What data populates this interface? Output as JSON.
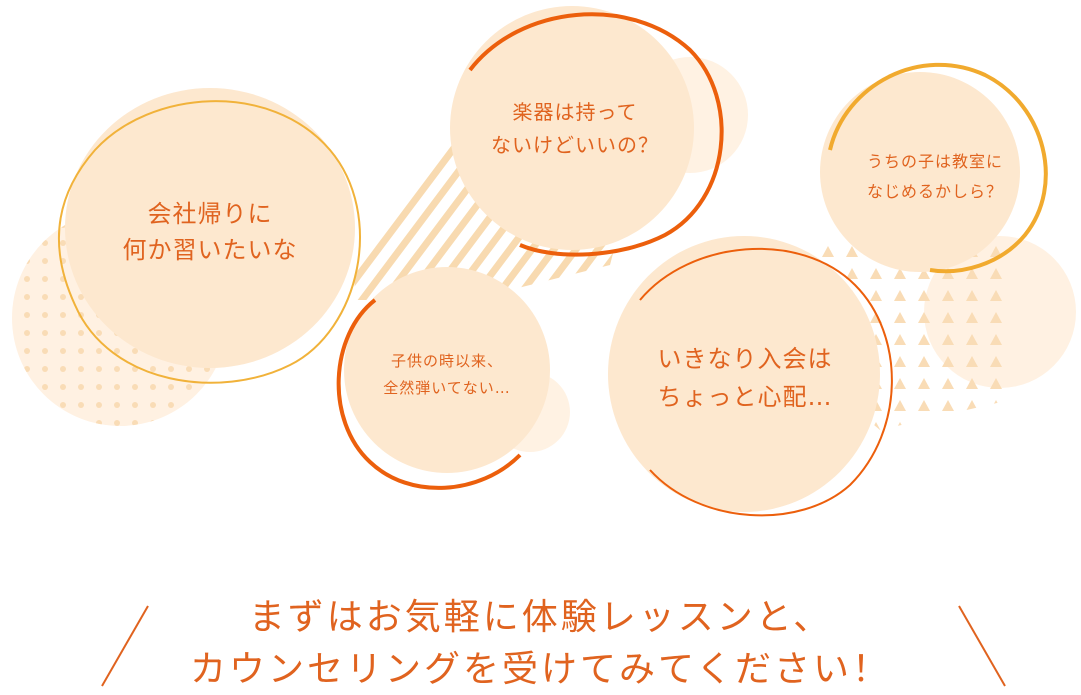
{
  "bubbles": {
    "b1": {
      "line1": "会社帰りに",
      "line2": "何か習いたいな"
    },
    "b2": {
      "line1": "楽器は持って",
      "line2": "ないけどいいの？"
    },
    "b3": {
      "line1": "うちの子は教室に",
      "line2": "なじめるかしら？"
    },
    "b4": {
      "line1": "子供の時以来、",
      "line2": "全然弾いてない…"
    },
    "b5": {
      "line1": "いきなり入会は",
      "line2": "ちょっと心配…"
    }
  },
  "message": {
    "line1": "まずはお気軽に体験レッスンと、",
    "line2": "カウンセリングを受けてみてください！"
  },
  "colors": {
    "accent_orange": "#ec5f0c",
    "accent_yellow": "#f1aa2e",
    "fill_peach": "#fde8cf",
    "fill_pale": "#fff2e3",
    "text_orange": "#e0631f",
    "pattern": "#f7d8ad"
  }
}
